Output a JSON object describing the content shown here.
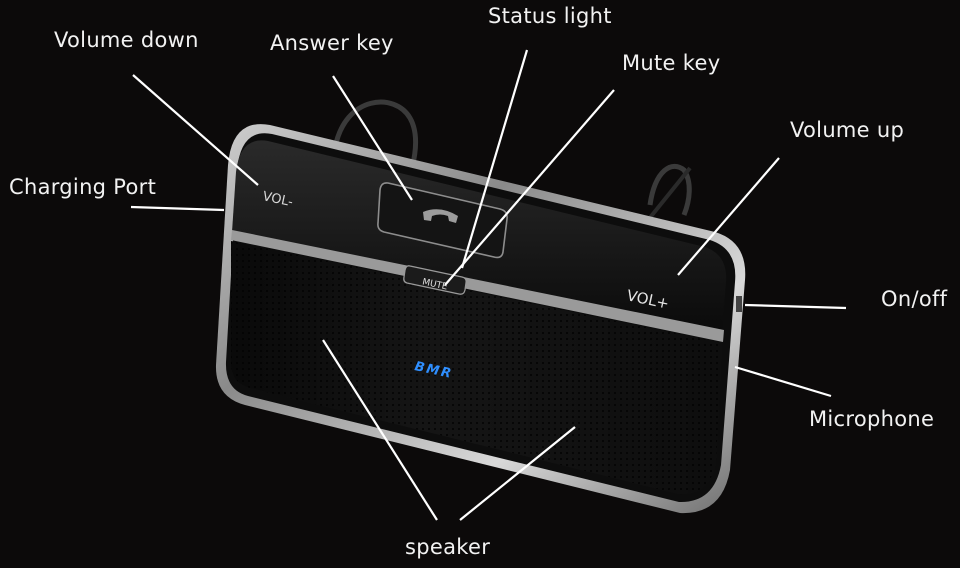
{
  "labels": {
    "volume_down": "Volume down",
    "answer_key": "Answer  key",
    "status_light": "Status light",
    "mute_key": "Mute key",
    "volume_up": "Volume up",
    "charging_port": "Charging Port",
    "on_off": "On/off",
    "microphone": "Microphone",
    "speaker": "speaker"
  },
  "device": {
    "vol_minus": "VOL-",
    "vol_plus": "VOL+",
    "mute": "MUTE",
    "brand": "BMR"
  },
  "colors": {
    "background": "#0c0a0a",
    "label_text": "#f2f2f2",
    "callout_line": "#ffffff",
    "brand": "#2f8fff"
  }
}
